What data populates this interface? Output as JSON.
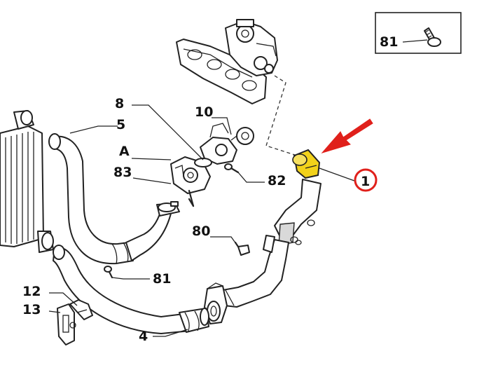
{
  "callouts": {
    "c81_top": "81",
    "c8": "8",
    "c10": "10",
    "c5": "5",
    "cA": "A",
    "c83": "83",
    "c82": "82",
    "c1": "1",
    "c80": "80",
    "c81_bottom": "81",
    "c12": "12",
    "c13": "13",
    "c4": "4"
  },
  "colors": {
    "highlight_ring": "#e0201b",
    "arrow": "#e0201b",
    "highlight_part": "#f2d21a"
  }
}
